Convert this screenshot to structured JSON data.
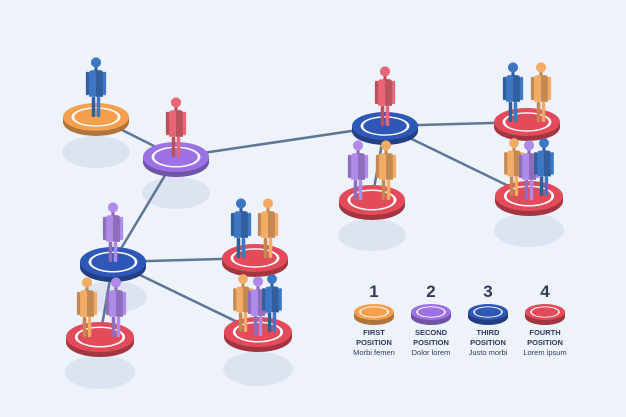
{
  "colors": {
    "background": "#eef2fa",
    "orange": "#f4a04f",
    "purple": "#9b72e6",
    "blue": "#2f57b8",
    "red": "#e34a5a",
    "person_blue": "#3d77c4",
    "person_red": "#e86575",
    "person_purple": "#b08ae8",
    "person_orange": "#f3ac66",
    "connector": "#5e7697",
    "shadow": "#dde4f1"
  },
  "legend": [
    {
      "number": "1",
      "title_line1": "FIRST",
      "title_line2": "POSITION",
      "subtitle": "Morbi femen",
      "color_key": "orange"
    },
    {
      "number": "2",
      "title_line1": "SECOND",
      "title_line2": "POSITION",
      "subtitle": "Dolor lorem",
      "color_key": "purple"
    },
    {
      "number": "3",
      "title_line1": "THIRD",
      "title_line2": "POSITION",
      "subtitle": "Justo morbi",
      "color_key": "blue"
    },
    {
      "number": "4",
      "title_line1": "FOURTH",
      "title_line2": "POSITION",
      "subtitle": "Lorem ipsum",
      "color_key": "red"
    }
  ],
  "nodes": [
    {
      "id": "node-first-position",
      "color_key": "orange",
      "people": [
        "person_blue"
      ]
    },
    {
      "id": "node-second-position",
      "color_key": "purple",
      "people": [
        "person_red"
      ]
    },
    {
      "id": "node-left-hub",
      "color_key": "blue",
      "people": [
        "person_purple"
      ]
    },
    {
      "id": "node-left-bottom",
      "color_key": "red",
      "people": [
        "person_orange",
        "person_purple"
      ]
    },
    {
      "id": "node-center-top",
      "color_key": "red",
      "people": [
        "person_blue",
        "person_orange"
      ]
    },
    {
      "id": "node-center-bottom",
      "color_key": "red",
      "people": [
        "person_orange",
        "person_purple",
        "person_blue"
      ]
    },
    {
      "id": "node-right-hub",
      "color_key": "blue",
      "people": [
        "person_red"
      ]
    },
    {
      "id": "node-right-left",
      "color_key": "red",
      "people": [
        "person_purple",
        "person_orange"
      ]
    },
    {
      "id": "node-right-top",
      "color_key": "red",
      "people": [
        "person_blue",
        "person_orange"
      ]
    },
    {
      "id": "node-right-bottom",
      "color_key": "red",
      "people": [
        "person_orange",
        "person_purple",
        "person_blue"
      ]
    }
  ],
  "edges": [
    [
      "node-first-position",
      "node-second-position"
    ],
    [
      "node-second-position",
      "node-left-hub"
    ],
    [
      "node-second-position",
      "node-right-hub"
    ],
    [
      "node-left-hub",
      "node-left-bottom"
    ],
    [
      "node-left-hub",
      "node-center-top"
    ],
    [
      "node-left-hub",
      "node-center-bottom"
    ],
    [
      "node-right-hub",
      "node-right-left"
    ],
    [
      "node-right-hub",
      "node-right-top"
    ],
    [
      "node-right-hub",
      "node-right-bottom"
    ]
  ]
}
